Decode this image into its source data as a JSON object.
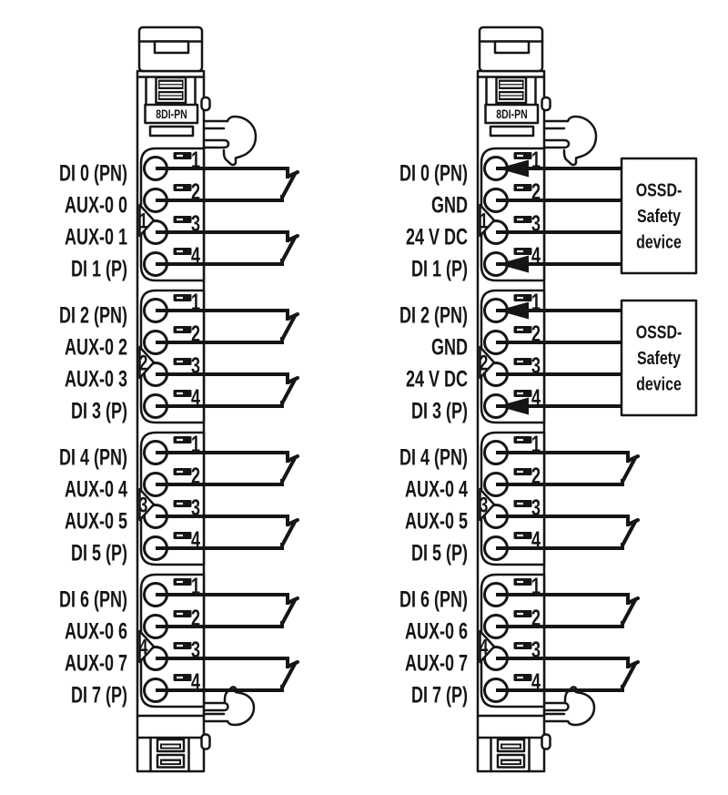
{
  "modules": [
    {
      "name": "8DI-PN",
      "groups": [
        {
          "number": "1",
          "wiring": "switch",
          "terminals": [
            {
              "pin": "1",
              "label": "DI 0 (PN)"
            },
            {
              "pin": "2",
              "label": "AUX-0 0"
            },
            {
              "pin": "3",
              "label": "AUX-0 1"
            },
            {
              "pin": "4",
              "label": "DI 1 (P)"
            }
          ]
        },
        {
          "number": "2",
          "wiring": "switch",
          "terminals": [
            {
              "pin": "1",
              "label": "DI 2 (PN)"
            },
            {
              "pin": "2",
              "label": "AUX-0 2"
            },
            {
              "pin": "3",
              "label": "AUX-0 3"
            },
            {
              "pin": "4",
              "label": "DI 3 (P)"
            }
          ]
        },
        {
          "number": "3",
          "wiring": "switch",
          "terminals": [
            {
              "pin": "1",
              "label": "DI 4 (PN)"
            },
            {
              "pin": "2",
              "label": "AUX-0 4"
            },
            {
              "pin": "3",
              "label": "AUX-0 5"
            },
            {
              "pin": "4",
              "label": "DI 5 (P)"
            }
          ]
        },
        {
          "number": "4",
          "wiring": "switch",
          "terminals": [
            {
              "pin": "1",
              "label": "DI 6 (PN)"
            },
            {
              "pin": "2",
              "label": "AUX-0 6"
            },
            {
              "pin": "3",
              "label": "AUX-0 7"
            },
            {
              "pin": "4",
              "label": "DI 7 (P)"
            }
          ]
        }
      ]
    },
    {
      "name": "8DI-PN",
      "groups": [
        {
          "number": "1",
          "wiring": "ossd",
          "device_label": [
            "OSSD-",
            "Safety",
            "device"
          ],
          "terminals": [
            {
              "pin": "1",
              "label": "DI 0 (PN)",
              "arrow": true
            },
            {
              "pin": "2",
              "label": "GND",
              "arrow": false
            },
            {
              "pin": "3",
              "label": "24 V DC",
              "arrow": false
            },
            {
              "pin": "4",
              "label": "DI 1 (P)",
              "arrow": true
            }
          ]
        },
        {
          "number": "2",
          "wiring": "ossd",
          "device_label": [
            "OSSD-",
            "Safety",
            "device"
          ],
          "terminals": [
            {
              "pin": "1",
              "label": "DI 2 (PN)",
              "arrow": true
            },
            {
              "pin": "2",
              "label": "GND",
              "arrow": false
            },
            {
              "pin": "3",
              "label": "24 V DC",
              "arrow": false
            },
            {
              "pin": "4",
              "label": "DI 3 (P)",
              "arrow": true
            }
          ]
        },
        {
          "number": "3",
          "wiring": "switch",
          "terminals": [
            {
              "pin": "1",
              "label": "DI 4 (PN)"
            },
            {
              "pin": "2",
              "label": "AUX-0 4"
            },
            {
              "pin": "3",
              "label": "AUX-0 5"
            },
            {
              "pin": "4",
              "label": "DI 5 (P)"
            }
          ]
        },
        {
          "number": "4",
          "wiring": "switch",
          "terminals": [
            {
              "pin": "1",
              "label": "DI 6 (PN)"
            },
            {
              "pin": "2",
              "label": "AUX-0 6"
            },
            {
              "pin": "3",
              "label": "AUX-0 7"
            },
            {
              "pin": "4",
              "label": "DI 7 (P)"
            }
          ]
        }
      ]
    }
  ],
  "colors": {
    "line": "#151515",
    "background": "#ffffff"
  }
}
